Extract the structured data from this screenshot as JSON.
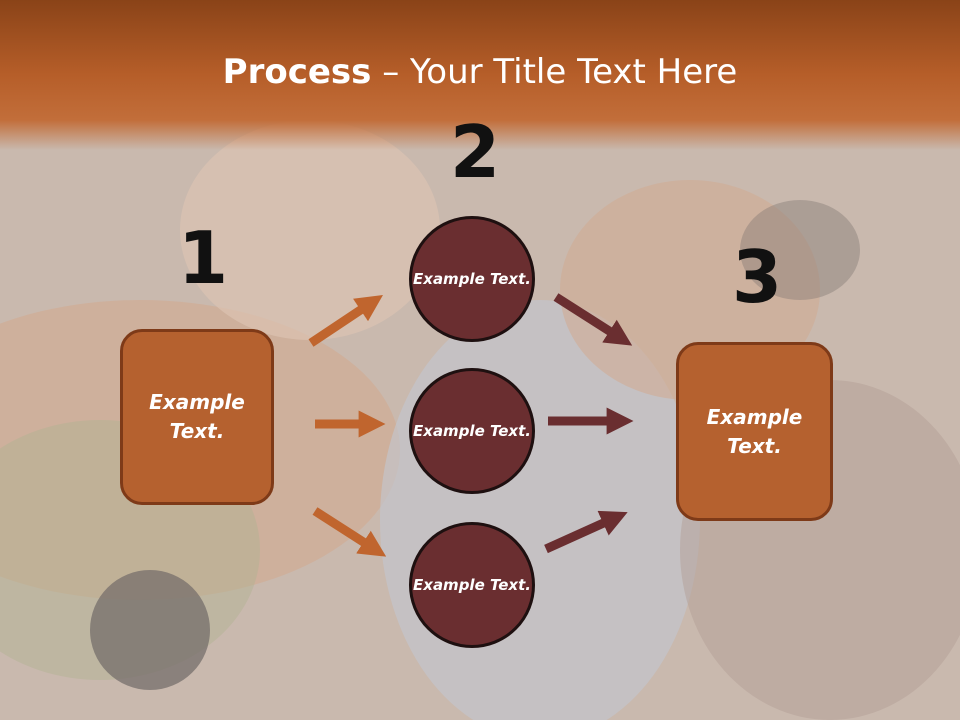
{
  "title": {
    "bold": "Process",
    "dash": " – ",
    "rest": "Your Title Text Here"
  },
  "steps": [
    {
      "number": "1",
      "label": "Example Text."
    },
    {
      "number": "2",
      "items": [
        "Example Text.",
        "Example Text.",
        "Example Text."
      ]
    },
    {
      "number": "3",
      "label": "Example Text."
    }
  ],
  "colors": {
    "box_fill": "#b5612f",
    "circle_fill": "#6a2e30",
    "arrow_orange": "#c0652e",
    "arrow_maroon": "#6a2e30"
  }
}
